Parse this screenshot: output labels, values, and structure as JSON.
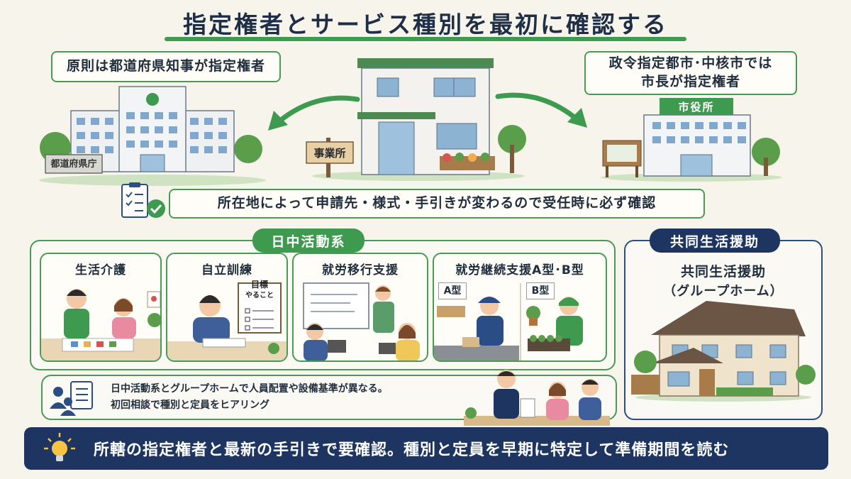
{
  "title": "指定権者とサービス種別を最初に確認する",
  "callouts": {
    "prefecture": "原則は都道府県知事が指定権者",
    "city_line1": "政令指定都市･中核市では",
    "city_line2": "市長が指定権者",
    "confirm": "所在地によって申請先・様式・手引きが変わるので受任時に必ず確認"
  },
  "signs": {
    "prefecture_office": "都道府県庁",
    "office": "事業所",
    "city_hall": "市役所"
  },
  "day_activity": {
    "header": "日中活動系",
    "cards": [
      {
        "label": "生活介護"
      },
      {
        "label": "自立訓練"
      },
      {
        "label": "就労移行支援"
      },
      {
        "label": "就労継続支援A型･B型"
      }
    ],
    "board_line1": "目標",
    "board_line2": "やること",
    "type_a": "A型",
    "type_b": "B型"
  },
  "group_home": {
    "header": "共同生活援助",
    "label_line1": "共同生活援助",
    "label_line2": "（グループホーム）"
  },
  "note": {
    "line1": "日中活動系とグループホームで人員配置や設備基準が異なる。",
    "line2": "初回相談で種別と定員をヒアリング"
  },
  "banner": "所轄の指定権者と最新の手引きで要確認。種別と定員を早期に特定して準備期間を読む",
  "colors": {
    "accent_green": "#3e9a4f",
    "navy": "#1d3560",
    "background": "#f7f4ec"
  },
  "icons": [
    "checklist-icon",
    "check-circle-icon",
    "people-list-icon",
    "lightbulb-icon"
  ]
}
